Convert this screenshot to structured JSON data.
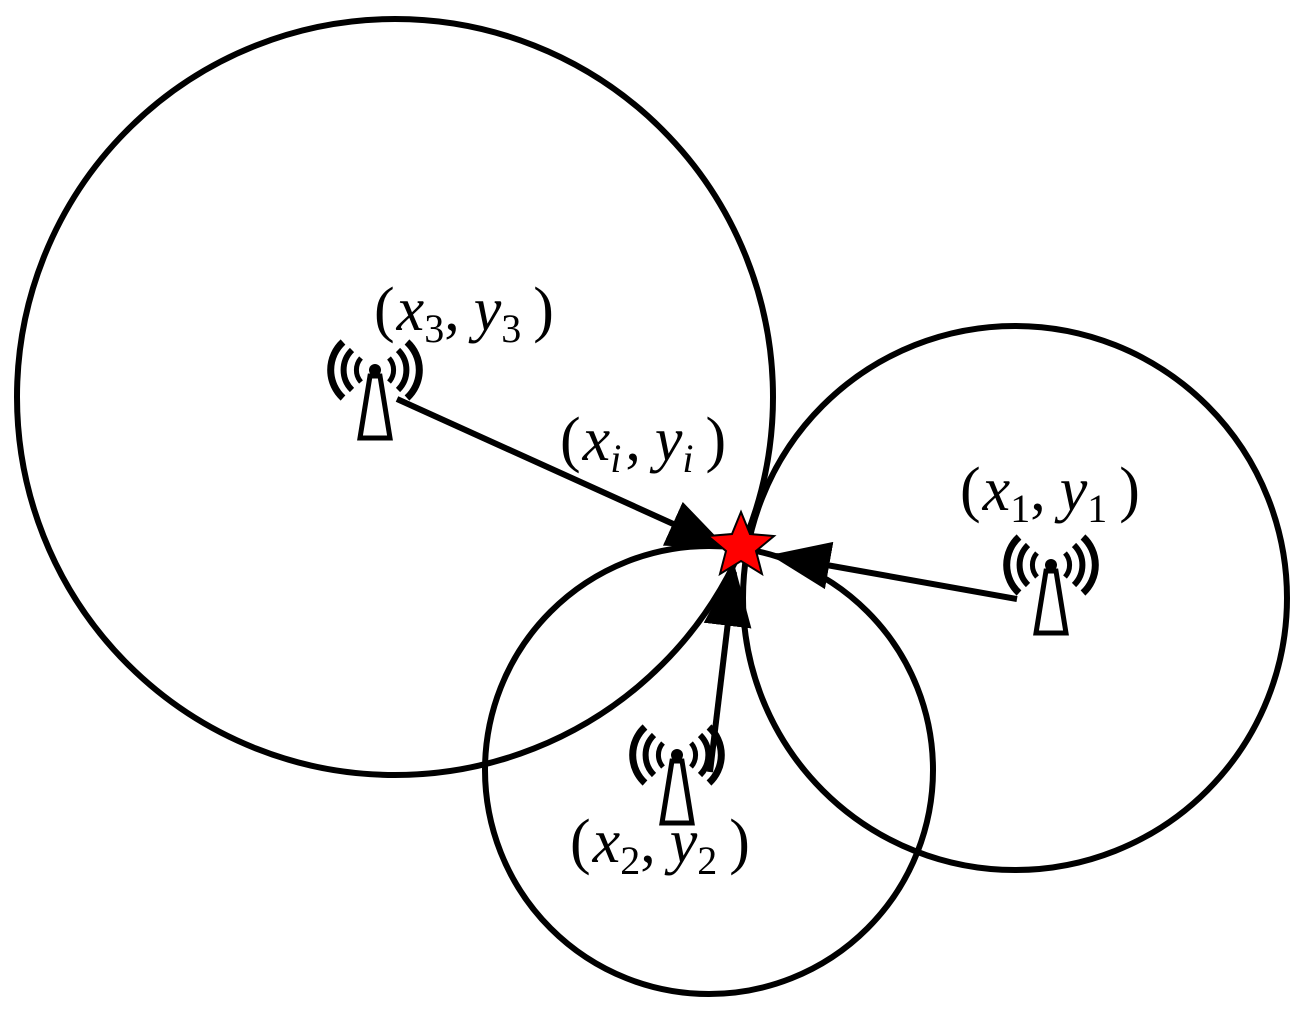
{
  "colors": {
    "stroke": "#000000",
    "target_fill": "#ff0000",
    "background": "#ffffff"
  },
  "labels": {
    "station_3": {
      "open": "(",
      "x": "x",
      "x_sub": "3",
      "comma": ",",
      "y": "y",
      "y_sub": "3",
      "close": ")"
    },
    "station_1": {
      "open": "(",
      "x": "x",
      "x_sub": "1",
      "comma": ",",
      "y": "y",
      "y_sub": "1",
      "close": ")"
    },
    "station_2": {
      "open": "(",
      "x": "x",
      "x_sub": "2",
      "comma": ",",
      "y": "y",
      "y_sub": "2",
      "close": ")"
    },
    "target": {
      "open": "(",
      "x": "x",
      "x_sub": "i",
      "comma": ",",
      "y": "y",
      "y_sub": "i",
      "close": ")"
    }
  },
  "icons": {
    "base_station": "wireless-tower-icon",
    "target": "red-star-icon"
  }
}
